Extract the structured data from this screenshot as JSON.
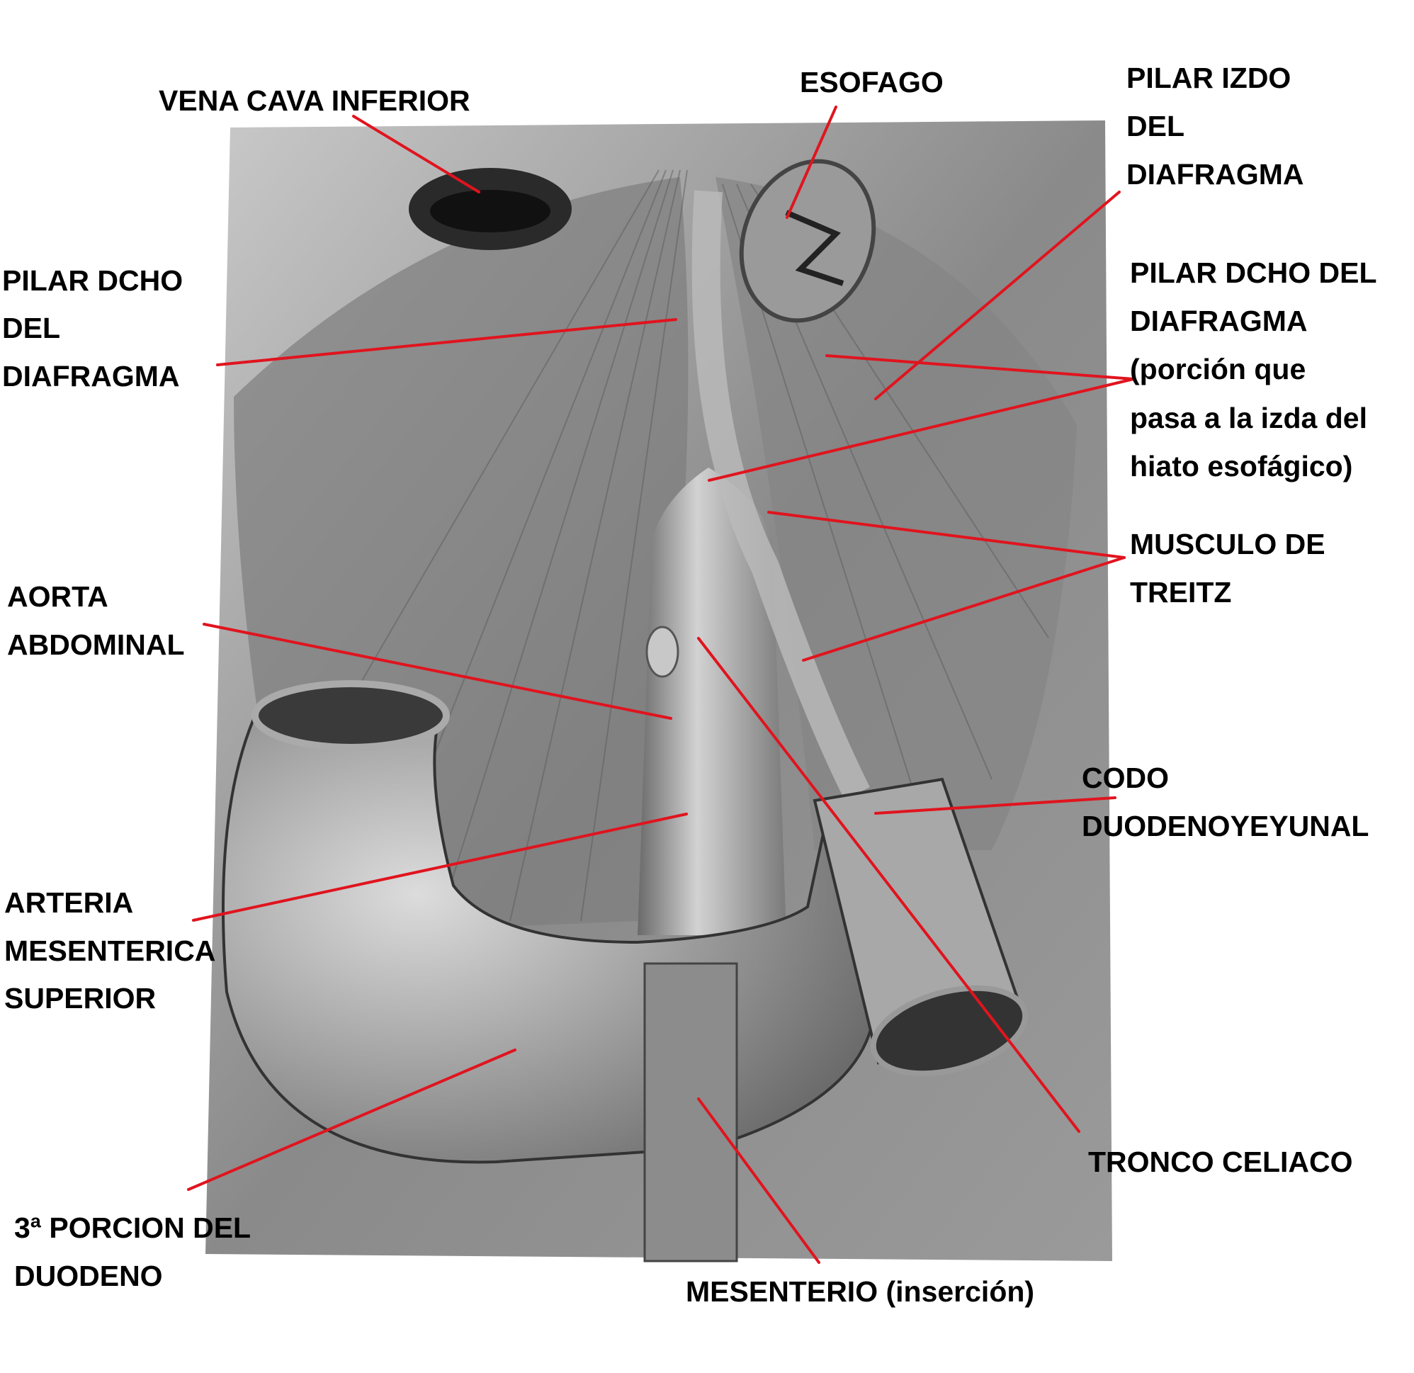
{
  "title": "Diafragma, duodeno y músculo de Treitz",
  "labels": {
    "vena_cava": [
      "VENA CAVA INFERIOR"
    ],
    "esofago": [
      "ESOFAGO"
    ],
    "pilar_izdo": [
      "PILAR IZDO",
      "DEL",
      "DIAFRAGMA"
    ],
    "pilar_dcho_left": [
      "PILAR DCHO",
      "DEL",
      "DIAFRAGMA"
    ],
    "pilar_dcho_right": [
      "PILAR DCHO DEL",
      "DIAFRAGMA",
      "(porción que",
      "pasa a la izda del",
      "hiato esofágico)"
    ],
    "musculo_treitz": [
      "MUSCULO DE",
      "TREITZ"
    ],
    "aorta": [
      "AORTA",
      "ABDOMINAL"
    ],
    "codo": [
      "CODO",
      "DUODENOYEYUNAL"
    ],
    "arteria_mesenterica": [
      "ARTERIA",
      "MESENTERICA",
      "SUPERIOR"
    ],
    "porcion_duodeno": [
      "3ª PORCION DEL",
      "DUODENO"
    ],
    "tronco_celiaco": [
      "TRONCO CELIACO"
    ],
    "mesenterio": [
      "MESENTERIO (inserción)"
    ]
  },
  "colors": {
    "leader": "#e0141e",
    "illustration": "#7a7a7a"
  }
}
